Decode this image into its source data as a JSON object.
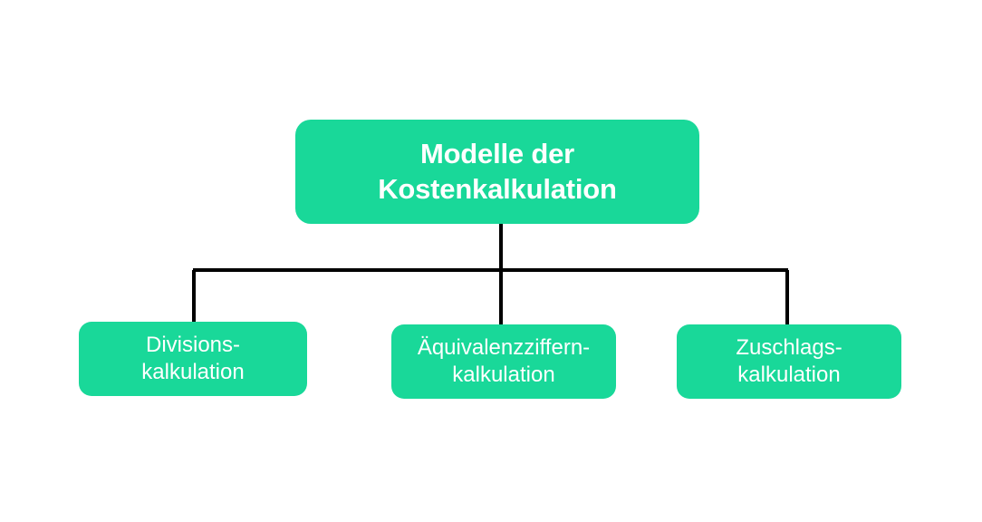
{
  "diagram": {
    "type": "org-chart",
    "title": "Modelle der Kostenkalkulation",
    "colors": {
      "node_fill": "#19d899",
      "node_text": "#ffffff",
      "connector": "#000000",
      "background": "#ffffff"
    },
    "root": {
      "label": "Modelle der\nKostenkalkulation",
      "line1": "Modelle der",
      "line2": "Kostenkalkulation"
    },
    "children": [
      {
        "label": "Divisions-\nkalkulation",
        "line1": "Divisions-",
        "line2": "kalkulation"
      },
      {
        "label": "Äquivalenzziffern-\nkalkulation",
        "line1": "Äquivalenzziffern-",
        "line2": "kalkulation"
      },
      {
        "label": "Zuschlags-\nkalkulation",
        "line1": "Zuschlags-",
        "line2": "kalkulation"
      }
    ]
  }
}
